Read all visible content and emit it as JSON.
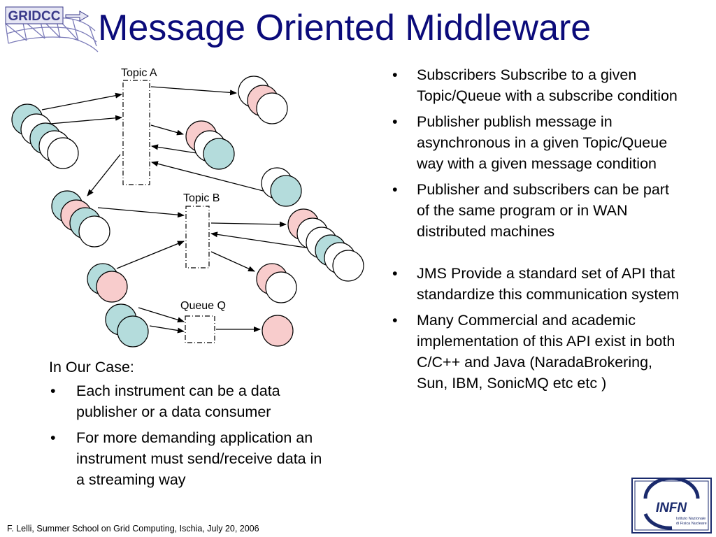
{
  "slide": {
    "title": "Message Oriented Middleware",
    "logo_gridcc_text": "GRIDCC",
    "logo_infn_text": "INFN",
    "logo_infn_subtitle_lines": [
      "Istituto Nazionale",
      "di Fisica Nucleare"
    ],
    "footer": "F. Lelli, Summer School on Grid Computing, Ischia, July 20, 2006"
  },
  "diagram": {
    "labels": {
      "topic_a": "Topic A",
      "topic_b": "Topic B",
      "queue_q": "Queue Q"
    },
    "colors": {
      "teal": "#b4dcdc",
      "pink": "#f8cccc",
      "white": "#ffffff",
      "stroke": "#000000"
    }
  },
  "right_bullets": [
    "Subscribers Subscribe to a given Topic/Queue with a subscribe condition",
    "Publisher publish message in asynchronous in a given Topic/Queue way with a given message condition",
    "Publisher and subscribers can be part of the same program or in WAN distributed machines",
    "JMS Provide a standard set of API that standardize this communication system",
    "Many Commercial and academic implementation of this API exist in both C/C++ and Java (NaradaBrokering, Sun, IBM, SonicMQ etc etc )"
  ],
  "case": {
    "heading": "In Our Case:",
    "bullets": [
      "Each instrument can be a data publisher or a data consumer",
      "For more demanding application an instrument must send/receive data in a streaming way"
    ]
  }
}
